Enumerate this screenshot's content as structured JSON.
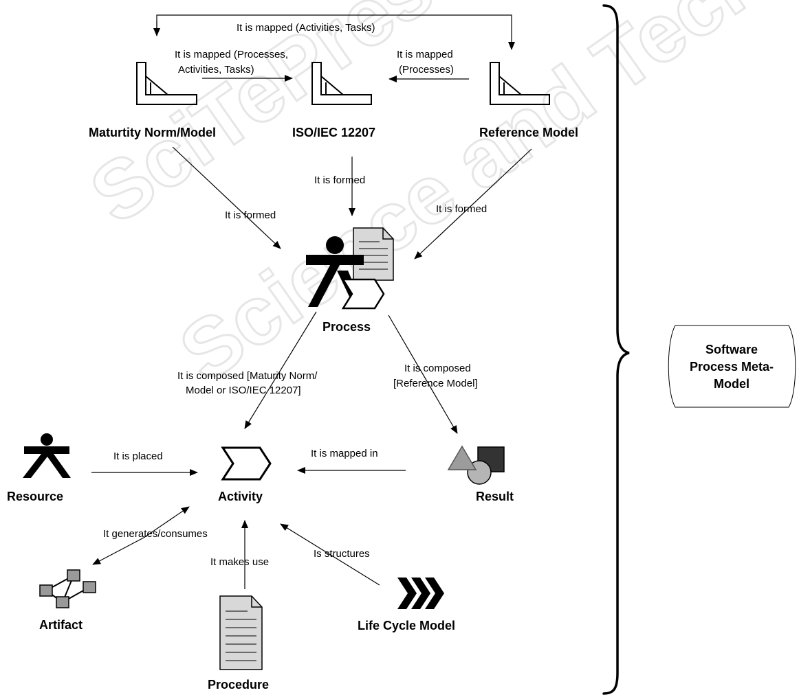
{
  "nodes": {
    "maturity": "Maturtity Norm/Model",
    "iso": "ISO/IEC 12207",
    "reference": "Reference Model",
    "process": "Process",
    "activity": "Activity",
    "resource": "Resource",
    "result": "Result",
    "artifact": "Artifact",
    "procedure": "Procedure",
    "lifecycle": "Life Cycle Model"
  },
  "edges": {
    "top_mapped": "It is mapped (Activities, Tasks)",
    "mat_iso_1": "It is mapped (Processes,",
    "mat_iso_2": "Activities, Tasks)",
    "ref_iso_1": "It is mapped",
    "ref_iso_2": "(Processes)",
    "iso_formed": "It is formed",
    "mat_formed": "It is formed",
    "ref_formed": "It is formed",
    "composed_left_1": "It is composed [Maturity Norm/",
    "composed_left_2": "Model or ISO/IEC 12207]",
    "composed_right_1": "It is composed",
    "composed_right_2": "[Reference Model]",
    "placed": "It is placed",
    "mapped_in": "It is mapped in",
    "generates": "It generates/consumes",
    "makes_use": "It makes use",
    "structures": "Is structures"
  },
  "side_label": {
    "line1": "Software",
    "line2": "Process Meta-",
    "line3": "Model"
  }
}
